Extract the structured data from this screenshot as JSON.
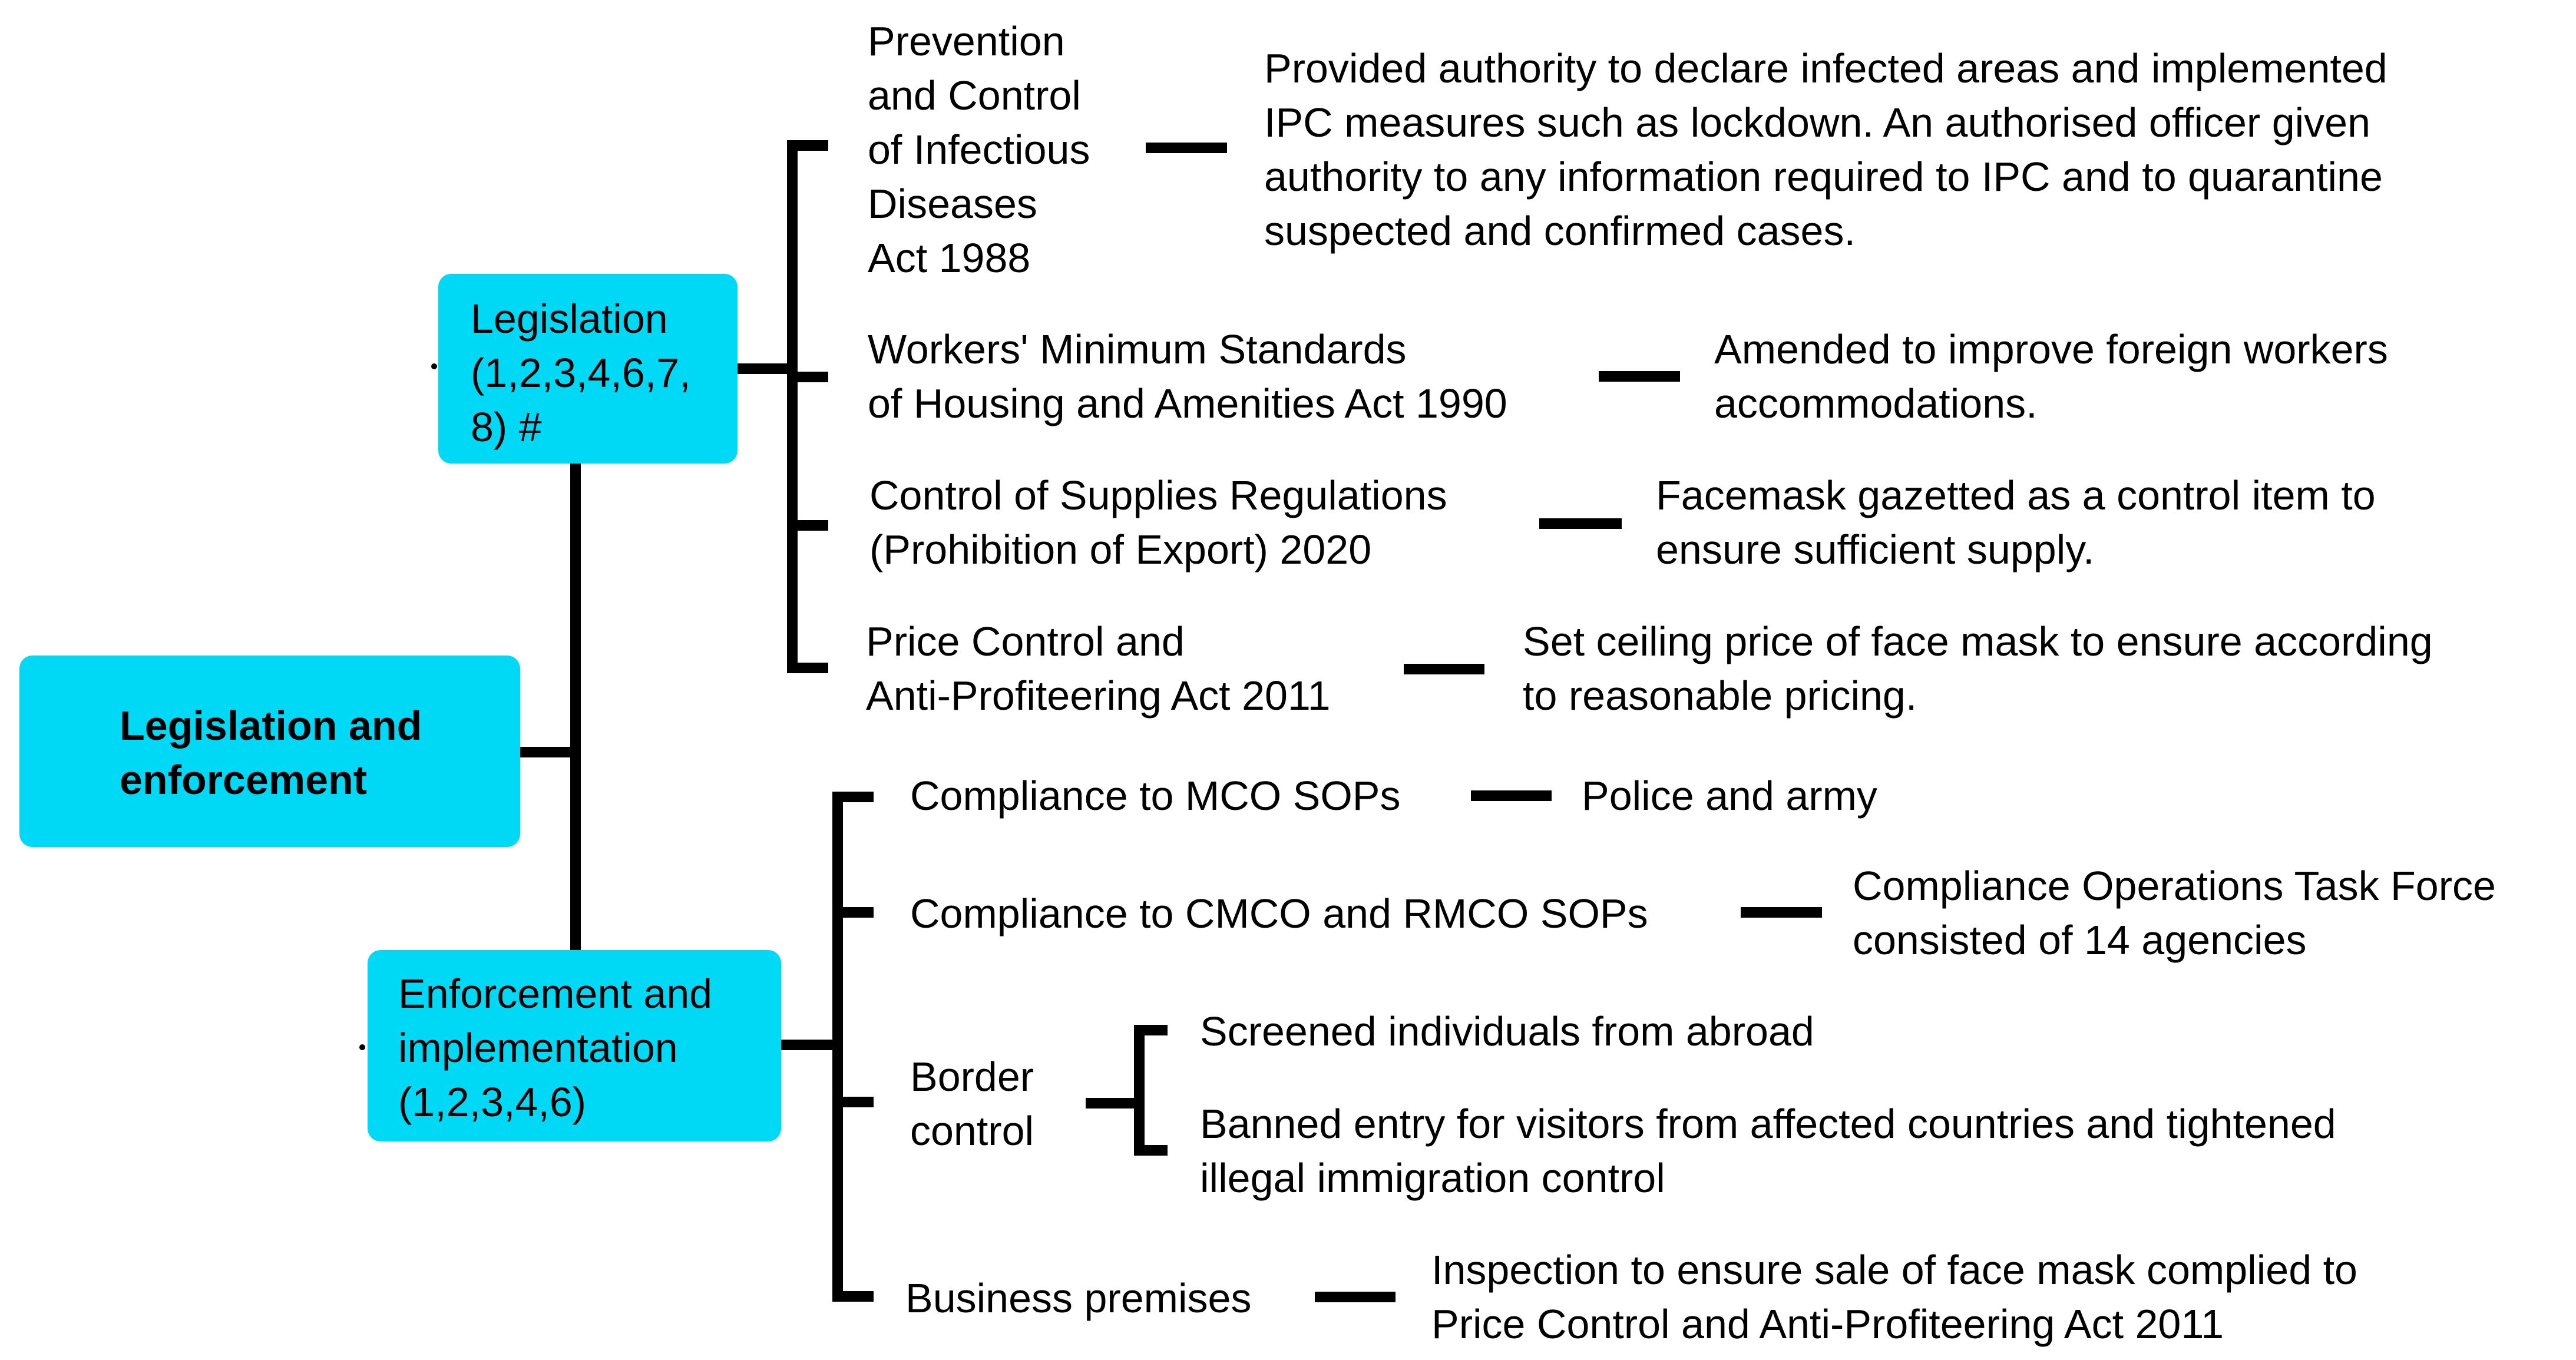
{
  "root": {
    "label_lines": [
      "Legislation and",
      "enforcement"
    ]
  },
  "legislation": {
    "label_lines": [
      "Legislation",
      "(1,2,3,4,6,7,",
      "8) #"
    ],
    "items": [
      {
        "name_lines": [
          "Prevention",
          "and Control",
          "of Infectious",
          "Diseases",
          "Act 1988"
        ],
        "detail_lines": [
          "Provided authority to declare infected areas and implemented",
          "IPC measures such as lockdown. An authorised officer given",
          "authority to any information required to IPC and to quarantine",
          "suspected and confirmed cases."
        ]
      },
      {
        "name_lines": [
          "Workers' Minimum Standards",
          "of Housing and Amenities Act 1990"
        ],
        "detail_lines": [
          "Amended to improve foreign workers",
          "accommodations."
        ]
      },
      {
        "name_lines": [
          "Control of Supplies Regulations",
          "(Prohibition of Export) 2020"
        ],
        "detail_lines": [
          "Facemask gazetted as a control item to",
          "ensure sufficient supply."
        ]
      },
      {
        "name_lines": [
          "Price Control and",
          "Anti-Profiteering Act 2011"
        ],
        "detail_lines": [
          "Set ceiling price of face mask to ensure according",
          "to reasonable pricing."
        ]
      }
    ]
  },
  "enforcement": {
    "label_lines": [
      "Enforcement and",
      "implementation",
      "(1,2,3,4,6)"
    ],
    "items": [
      {
        "name_lines": [
          "Compliance to MCO SOPs"
        ],
        "detail_lines": [
          "Police and army"
        ]
      },
      {
        "name_lines": [
          "Compliance to CMCO and RMCO SOPs"
        ],
        "detail_lines": [
          "Compliance Operations Task Force",
          "consisted of 14 agencies"
        ]
      },
      {
        "name_lines": [
          "Border",
          "control"
        ],
        "sub_items": [
          {
            "detail_lines": [
              "Screened individuals from abroad"
            ]
          },
          {
            "detail_lines": [
              "Banned entry for visitors from affected countries and tightened",
              "illegal immigration control"
            ]
          }
        ]
      },
      {
        "name_lines": [
          "Business premises"
        ],
        "detail_lines": [
          "Inspection to ensure sale of face mask complied to",
          "Price Control and Anti-Profiteering Act 2011"
        ]
      }
    ]
  },
  "colors": {
    "box_fill": "#00d9f5",
    "connector": "#000000",
    "text": "#000000"
  }
}
